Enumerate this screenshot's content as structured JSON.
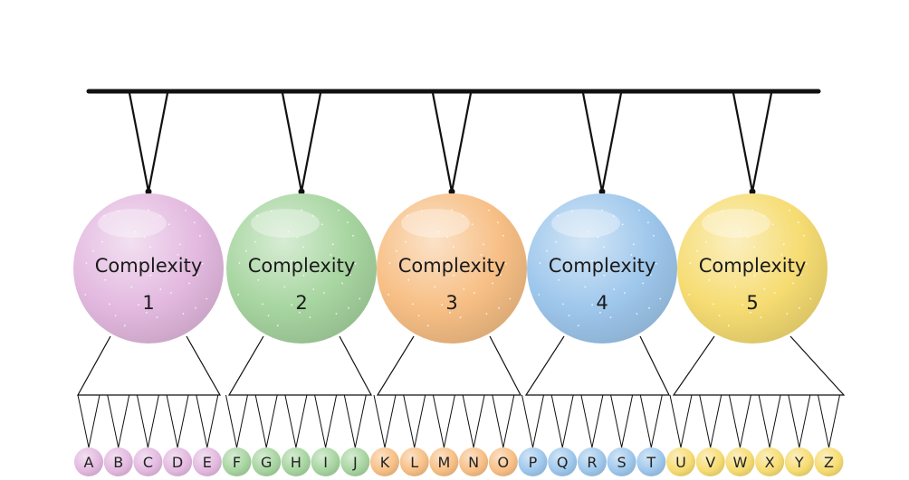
{
  "diagram": {
    "groups": [
      {
        "title": "Complexity",
        "number": "1",
        "color": "#e3b9e0",
        "letters": [
          "A",
          "B",
          "C",
          "D",
          "E"
        ]
      },
      {
        "title": "Complexity",
        "number": "2",
        "color": "#a7d5a0",
        "letters": [
          "F",
          "G",
          "H",
          "I",
          "J"
        ]
      },
      {
        "title": "Complexity",
        "number": "3",
        "color": "#f7bf85",
        "letters": [
          "K",
          "L",
          "M",
          "N",
          "O"
        ]
      },
      {
        "title": "Complexity",
        "number": "4",
        "color": "#9ec7ec",
        "letters": [
          "P",
          "Q",
          "R",
          "S",
          "T"
        ]
      },
      {
        "title": "Complexity",
        "number": "5",
        "color": "#f6dc72",
        "letters": [
          "U",
          "V",
          "W",
          "X",
          "Y",
          "Z"
        ]
      }
    ]
  }
}
